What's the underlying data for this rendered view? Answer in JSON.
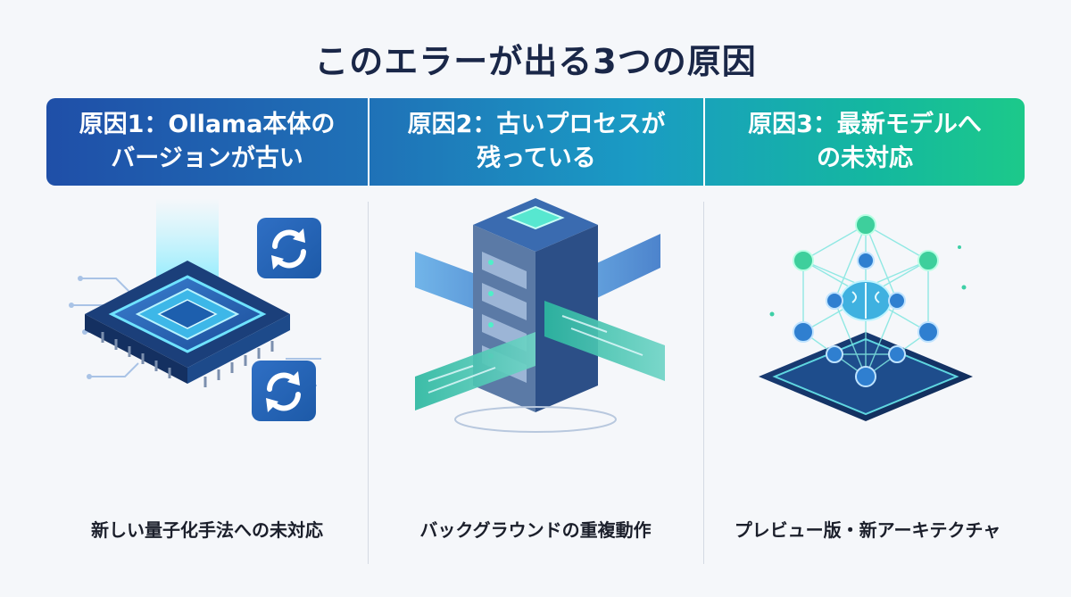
{
  "title": "このエラーが出る3つの原因",
  "causes": [
    {
      "heading_line1": "原因1：Ollama本体の",
      "heading_line2": "バージョンが古い",
      "caption": "新しい量子化手法への未対応",
      "icon": "chip-with-refresh-icons"
    },
    {
      "heading_line1": "原因2：古いプロセスが",
      "heading_line2": "残っている",
      "caption": "バックグラウンドの重複動作",
      "icon": "server-tower-with-data-streams"
    },
    {
      "heading_line1": "原因3：最新モデルへ",
      "heading_line2": "の未対応",
      "caption": "プレビュー版・新アーキテクチャ",
      "icon": "neural-network-cube"
    }
  ],
  "colors": {
    "header_start": "#1f4fa8",
    "header_mid": "#1a9bc4",
    "header_end": "#1cc98a",
    "title": "#1a2748"
  }
}
